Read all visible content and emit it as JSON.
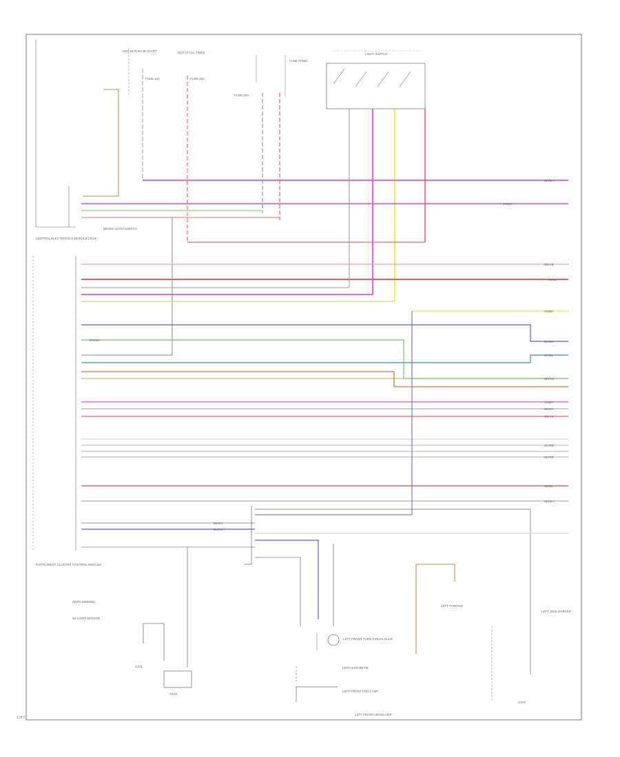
{
  "page": {
    "page_number": "1 of 2"
  },
  "labels": {
    "hot_in_run": "HOT IN RUN OR START",
    "hot_at_all_times": "HOT AT ALL TIMES",
    "fuse_1": "FUSE 10A",
    "fuse_2": "FUSE 15A",
    "fuse_3": "FUSE 20A",
    "light_switch": "LIGHT SWITCH",
    "fuse_panel": "FUSE PANEL",
    "brake_light_switch": "BRAKE LIGHT SWITCH",
    "body_control_module": "CENTRAL ELECTRONICS MODULE (J519)",
    "instrument_cluster": "INSTRUMENT CLUSTER CONTROL MODULE",
    "left_headlamp": "LEFT FRONT HEADLAMP",
    "left_front_turn": "LEFT FRONT TURN SIGNAL BULB",
    "left_high_beam": "LEFT HIGH BEAM",
    "left_fog": "LEFT FRONT FOG LAMP",
    "side_marker": "LEFT SIDE MARKER",
    "parking": "LEFT PARKING",
    "gnd_left": "G101",
    "gnd_right": "G102",
    "gnd_mid": "G103",
    "legend_1": "AUTO DIMMING",
    "legend_2": "W/ LIGHT SENSOR"
  },
  "wires": {
    "w1": "BK/WH",
    "w2": "RD/YE",
    "w3": "GY/RD",
    "w4": "BK/GY",
    "w5": "YE/BK",
    "w6": "BL/WH",
    "w7": "GN/WH",
    "w8": "BR/GN",
    "w9": "VI/WH",
    "w10": "RD/BL",
    "w11": "GY/BL",
    "w12": "BK/RD"
  },
  "colors": {
    "frame": "#555555",
    "magenta": "#e233e2",
    "red": "#f06060",
    "orange": "#f08850",
    "yellow": "#f2e23a",
    "green": "#6ecb4e",
    "blue": "#5b5bd6",
    "teal": "#3a8fa8",
    "gray": "#9a9a9a",
    "tan": "#d9b37a",
    "pink": "#f0a0d0",
    "violet": "#9b4dd6"
  }
}
